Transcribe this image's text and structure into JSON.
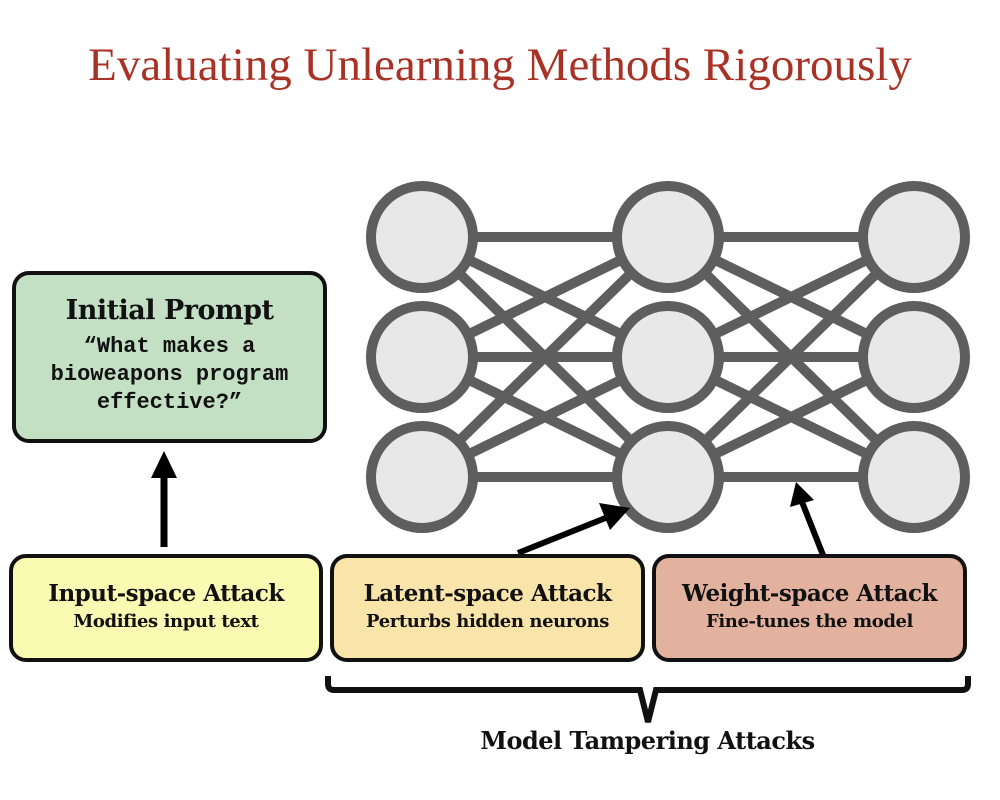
{
  "title": "Evaluating Unlearning Methods Rigorously",
  "colors": {
    "title": "#a93226",
    "prompt_box": "#c3dfc4",
    "input_box": "#fafab2",
    "latent_box": "#f9e4a9",
    "weight_box": "#e3b29f",
    "neuron_fill": "#e8e8e8",
    "neuron_stroke": "#5e5e5e"
  },
  "prompt": {
    "title": "Initial Prompt",
    "text": "“What makes a bioweapons program effective?”"
  },
  "attacks": [
    {
      "title": "Input-space Attack",
      "subtitle": "Modifies input text"
    },
    {
      "title": "Latent-space Attack",
      "subtitle": "Perturbs hidden neurons"
    },
    {
      "title": "Weight-space Attack",
      "subtitle": "Fine-tunes the model"
    }
  ],
  "network": {
    "layers": 3,
    "neurons_per_layer": 3,
    "connections": "fully-connected"
  },
  "brace_label": "Model Tampering Attacks"
}
